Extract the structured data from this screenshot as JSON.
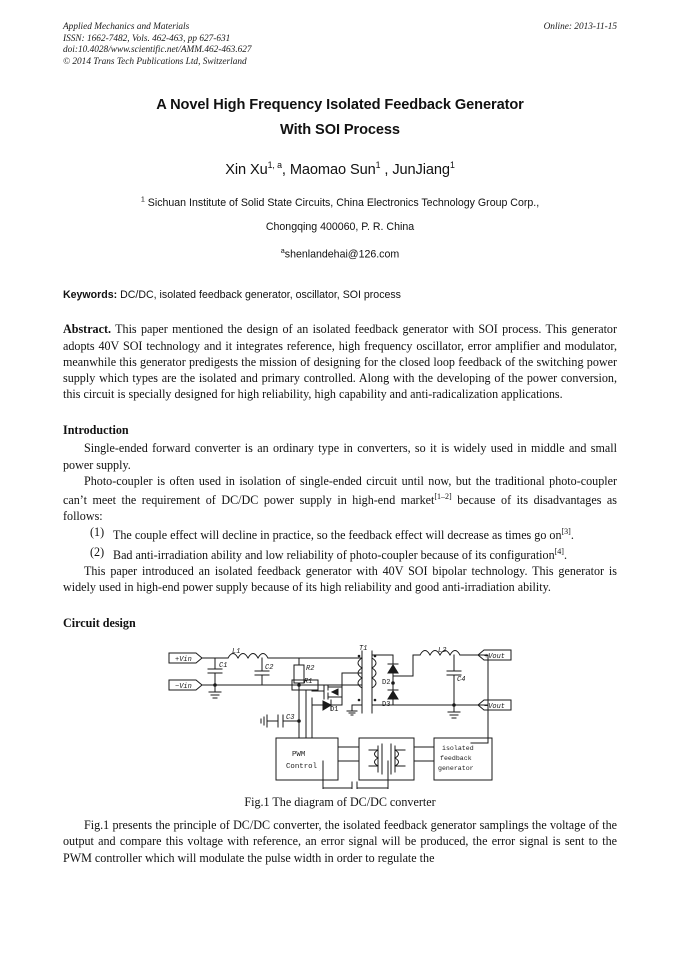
{
  "running_head": {
    "journal": "Applied Mechanics and Materials",
    "issn_line": "ISSN: 1662-7482, Vols. 462-463, pp 627-631",
    "doi_line": "doi:10.4028/www.scientific.net/AMM.462-463.627",
    "copyright_line": "© 2014 Trans Tech Publications Ltd, Switzerland",
    "online": "Online: 2013-11-15"
  },
  "title": {
    "line1": "A Novel High Frequency Isolated Feedback Generator",
    "line2": "With SOI Process"
  },
  "authors": {
    "a1_name": "Xin Xu",
    "a1_sup": "1, a",
    "sep1": ", ",
    "a2_name": "Maomao Sun",
    "a2_sup": "1",
    "sep2": " , ",
    "a3_name": "JunJiang",
    "a3_sup": "1"
  },
  "affiliation": {
    "sup": "1",
    "line1": " Sichuan  Institute of Solid State Circuits, China Electronics Technology Group Corp.,",
    "line2": "Chongqing 400060, P. R. China",
    "email_sup": "a",
    "email": "shenlandehai@126.com"
  },
  "keywords": {
    "label": "Keywords:",
    "value": " DC/DC, isolated feedback generator, oscillator, SOI process"
  },
  "abstract": {
    "label": "Abstract.",
    "text": " This paper mentioned the design of an isolated feedback generator with SOI process. This generator adopts 40V SOI technology and it integrates reference, high frequency oscillator, error amplifier and modulator, meanwhile this generator predigests the mission of designing for the closed loop feedback of the switching power supply which types are the isolated and primary controlled. Along with the developing of the power conversion, this circuit is specially designed for high reliability, high capability and anti-radicalization applications."
  },
  "sections": {
    "introduction_head": "Introduction",
    "intro_p1": "Single-ended forward converter is an ordinary type in converters, so it is widely used in middle and small power supply.",
    "intro_p2_a": "Photo-coupler is often used in isolation of single-ended circuit until now, but the traditional photo-coupler can’t meet the requirement of DC/DC power supply in high-end market",
    "intro_p2_ref": "[1–2]",
    "intro_p2_b": " because of its disadvantages as follows:",
    "list": [
      {
        "num": "(1)",
        "text_a": "The couple effect will decline in practice, so the feedback effect will decrease as times go on",
        "ref": "[3]",
        "text_b": "."
      },
      {
        "num": "(2)",
        "text_a": "Bad anti-irradiation ability and low reliability of photo-coupler because of its configuration",
        "ref": "[4]",
        "text_b": "."
      }
    ],
    "intro_p3": "This paper introduced an isolated feedback generator with 40V SOI bipolar technology. This generator is widely used in high-end power supply because of its high reliability and good anti-irradiation ability.",
    "circuit_head": "Circuit design",
    "fig_caption": "Fig.1 The diagram of DC/DC converter",
    "after_fig_p": "Fig.1 presents the principle of DC/DC converter, the isolated feedback generator samplings the voltage of the output and compare this voltage with reference, an error signal will be produced, the error signal is sent to the PWM controller which will modulate the pulse width in order to regulate the"
  },
  "figure": {
    "name": "dcdc-converter-diagram",
    "labels": {
      "vin_pos": "+Vin",
      "vin_neg": "−Vin",
      "vout_pos": "+Vout",
      "vout_neg": "−Vout",
      "l1": "L1",
      "l2": "L2",
      "c1": "C1",
      "c2": "C2",
      "c3": "C3",
      "c4": "C4",
      "r1": "R1",
      "r2": "R2",
      "t1": "T1",
      "d1": "D1",
      "d2": "D2",
      "d3": "D3",
      "pwm_line1": "PWM",
      "pwm_line2": "Control",
      "fb_line1": "isolated",
      "fb_line2": "feedback",
      "fb_line3": "generator"
    }
  },
  "colors": {
    "page_background": "#ffffff",
    "text": "#111111",
    "diagram_stroke": "#1a1a1a"
  }
}
